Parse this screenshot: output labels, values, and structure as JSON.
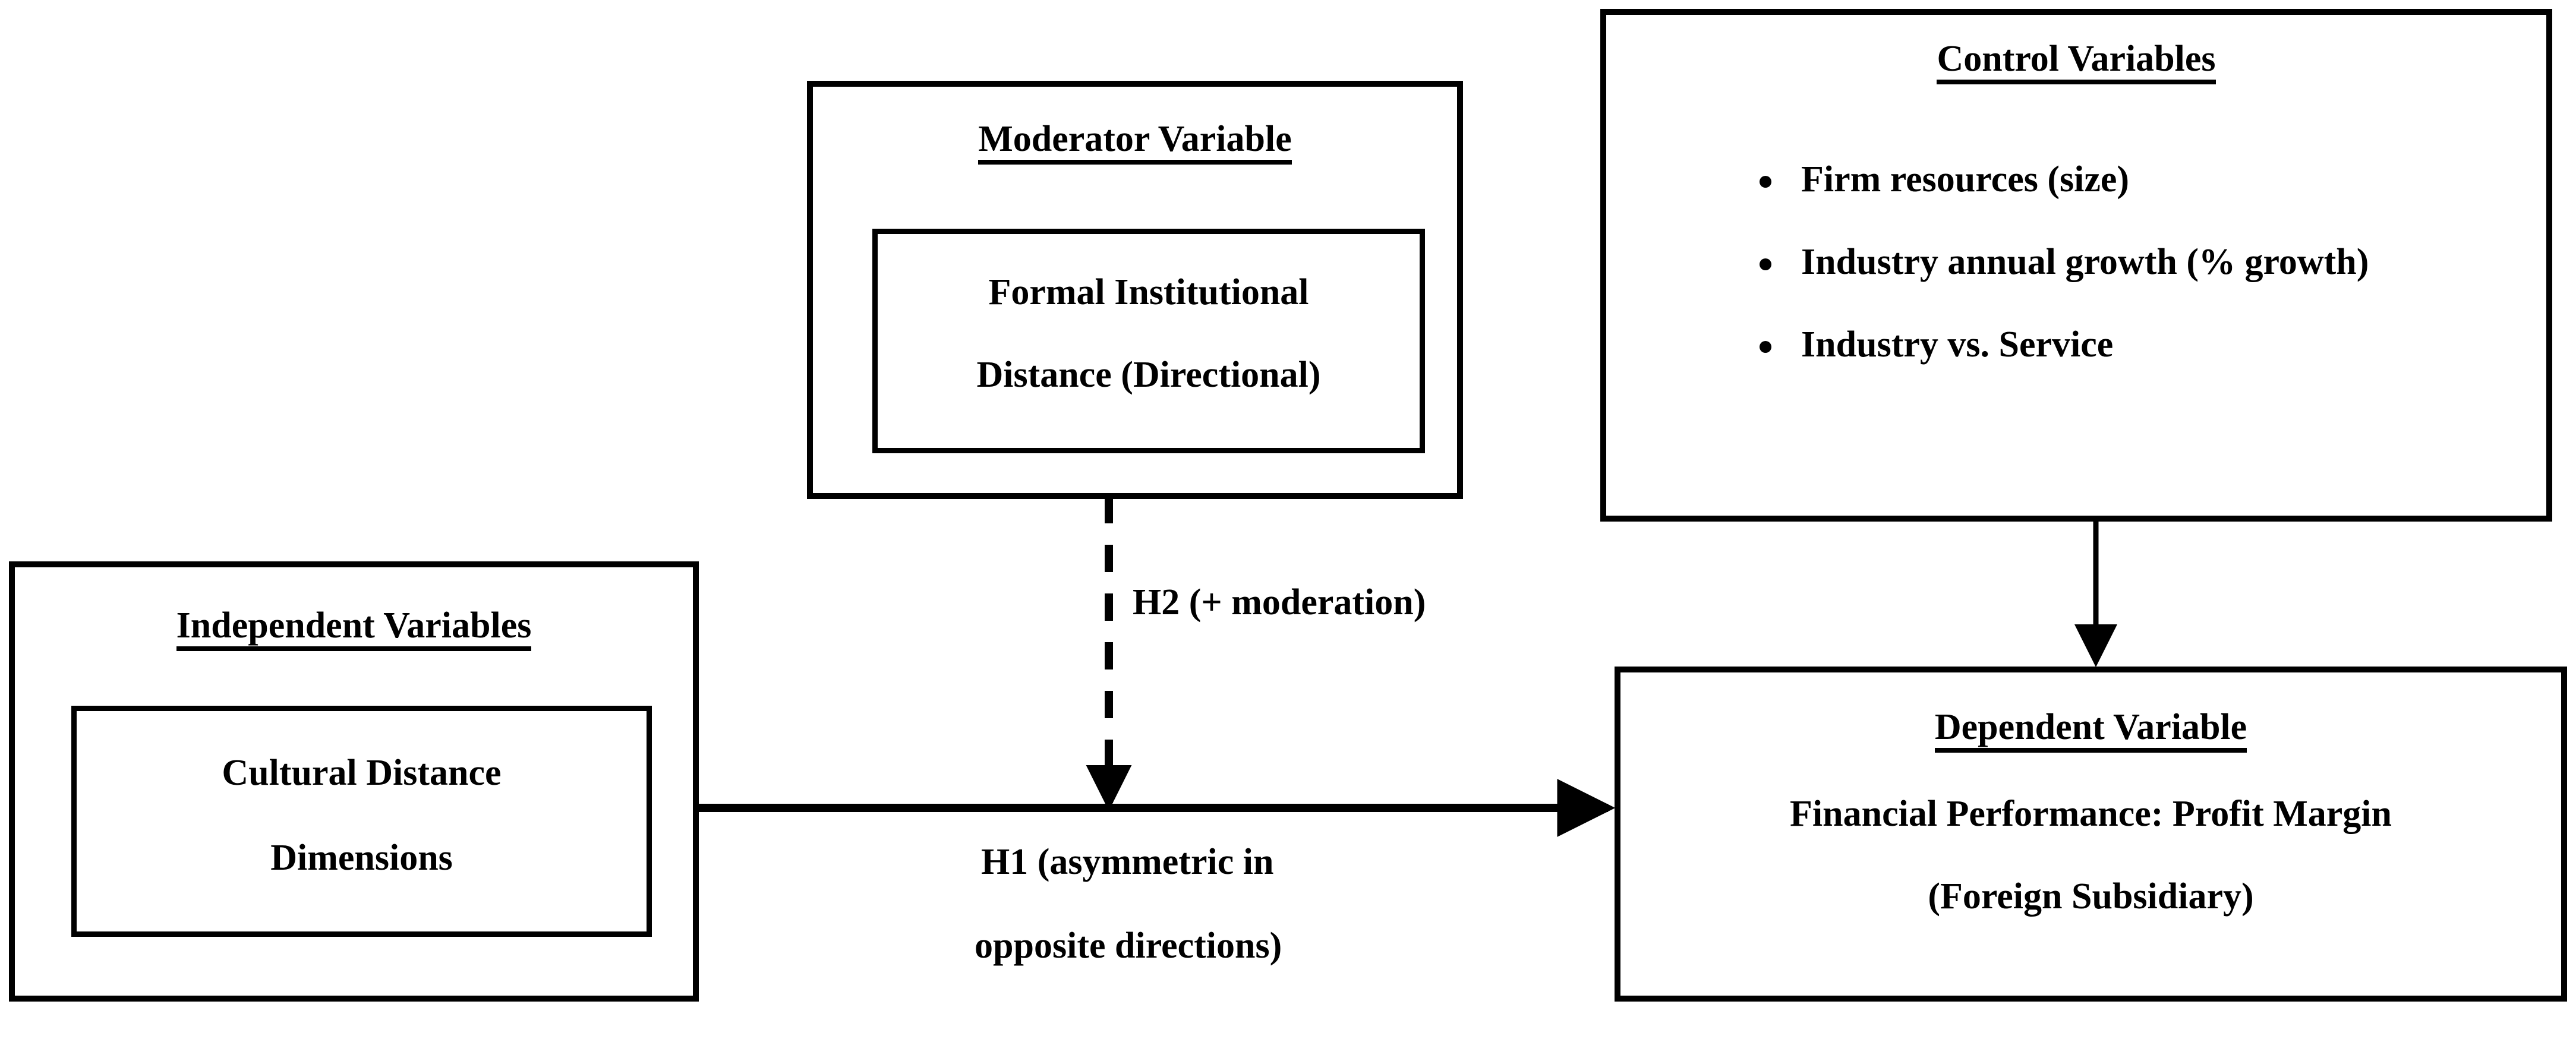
{
  "diagram": {
    "title_visible": false,
    "colors": {
      "stroke": "#000000",
      "text": "#000000",
      "background": "#ffffff"
    },
    "independent": {
      "heading": "Independent Variables",
      "inner_line1": "Cultural Distance",
      "inner_line2": "Dimensions"
    },
    "moderator": {
      "heading": "Moderator Variable",
      "inner_line1": "Formal Institutional",
      "inner_line2": "Distance (Directional)"
    },
    "control": {
      "heading": "Control Variables",
      "items": [
        "Firm resources (size)",
        "Industry annual growth (% growth)",
        "Industry vs. Service"
      ]
    },
    "dependent": {
      "heading": "Dependent Variable",
      "line1": "Financial Performance: Profit Margin",
      "line2": "(Foreign Subsidiary)"
    },
    "edges": {
      "h2_label": "H2 (+ moderation)",
      "h1_label_line1": "H1 (asymmetric in",
      "h1_label_line2": "opposite directions)"
    }
  }
}
